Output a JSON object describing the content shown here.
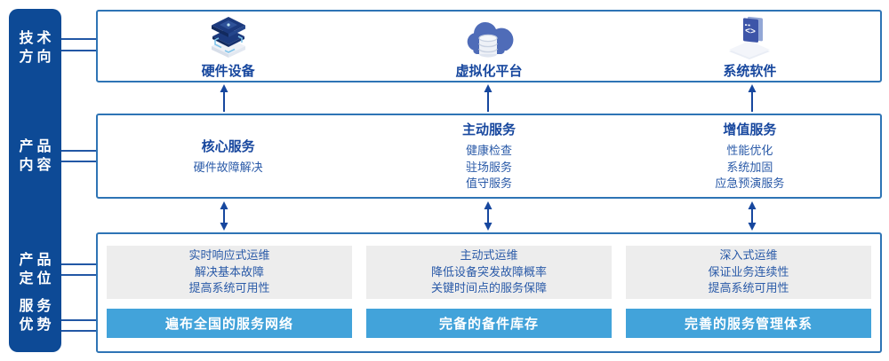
{
  "colors": {
    "sidebar_bg": "#0d4a96",
    "box_border": "#2e74b5",
    "title_text": "#17479e",
    "body_text": "#2a5aa8",
    "advantage_bar_bg": "#42a3da",
    "advantage_bar_text": "#ffffff",
    "position_card_bg": "#ededed",
    "arrow": "#17479e"
  },
  "sidebar": {
    "labels": [
      {
        "name": "tech-direction",
        "line1": "技术",
        "line2": "方向"
      },
      {
        "name": "product-content",
        "line1": "产品",
        "line2": "内容"
      },
      {
        "name": "product-position",
        "line1": "产品",
        "line2": "定位"
      },
      {
        "name": "service-advantage",
        "line1": "服务",
        "line2": "优势"
      }
    ]
  },
  "tech_row": {
    "items": [
      {
        "icon": "hardware-icon",
        "label": "硬件设备"
      },
      {
        "icon": "cloud-icon",
        "label": "虚拟化平台"
      },
      {
        "icon": "software-icon",
        "label": "系统软件"
      }
    ]
  },
  "content_row": {
    "columns": [
      {
        "title": "核心服务",
        "items": [
          "硬件故障解决"
        ]
      },
      {
        "title": "主动服务",
        "items": [
          "健康检查",
          "驻场服务",
          "值守服务"
        ]
      },
      {
        "title": "增值服务",
        "items": [
          "性能优化",
          "系统加固",
          "应急预演服务"
        ]
      }
    ]
  },
  "bottom_row": {
    "columns": [
      {
        "position_lines": [
          "实时响应式运维",
          "解决基本故障",
          "提高系统可用性"
        ],
        "advantage": "遍布全国的服务网络"
      },
      {
        "position_lines": [
          "主动式运维",
          "降低设备突发故障概率",
          "关键时间点的服务保障"
        ],
        "advantage": "完备的备件库存"
      },
      {
        "position_lines": [
          "深入式运维",
          "保证业务连续性",
          "提高系统可用性"
        ],
        "advantage": "完善的服务管理体系"
      }
    ]
  }
}
